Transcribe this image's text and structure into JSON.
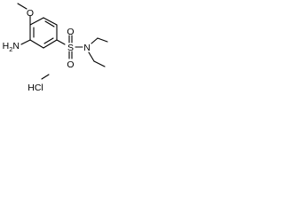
{
  "structure": {
    "atom_labels": {
      "methoxy_oxygen": "O",
      "amino": "H2N",
      "sulfur": "S",
      "sulfonyl_oxygen_top": "O",
      "sulfonyl_oxygen_bottom": "O",
      "sulfonamide_nitrogen": "N",
      "hydrochloride": "HCl"
    },
    "colors": {
      "ink": "#000000",
      "background": "#ffffff"
    }
  }
}
